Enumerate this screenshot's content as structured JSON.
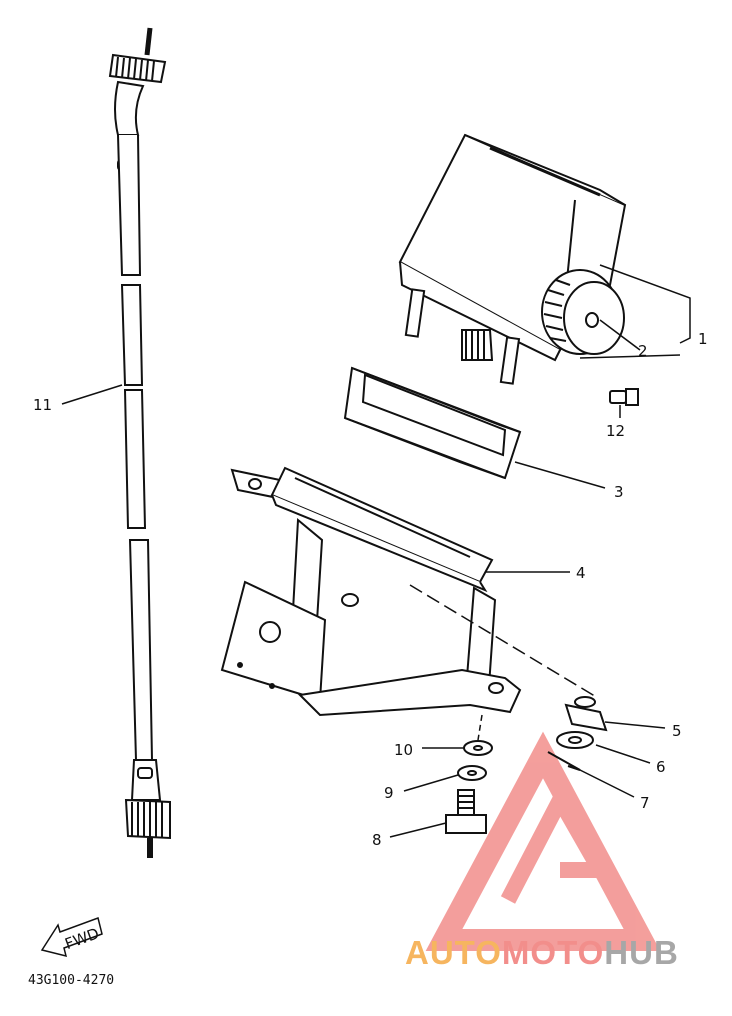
{
  "diagram": {
    "code": "43G100-4270",
    "fwd_label": "FWD",
    "parts": [
      "1",
      "2",
      "3",
      "4",
      "5",
      "6",
      "7",
      "8",
      "9",
      "10",
      "11",
      "12"
    ]
  },
  "watermark": {
    "part1": "AUTO",
    "part2": "MOTO",
    "part3": "HUB",
    "colors": {
      "auto": "#f6b55f",
      "moto": "#f28e8b",
      "hub": "#a7a7a7",
      "logo": "#f28e8b"
    }
  }
}
